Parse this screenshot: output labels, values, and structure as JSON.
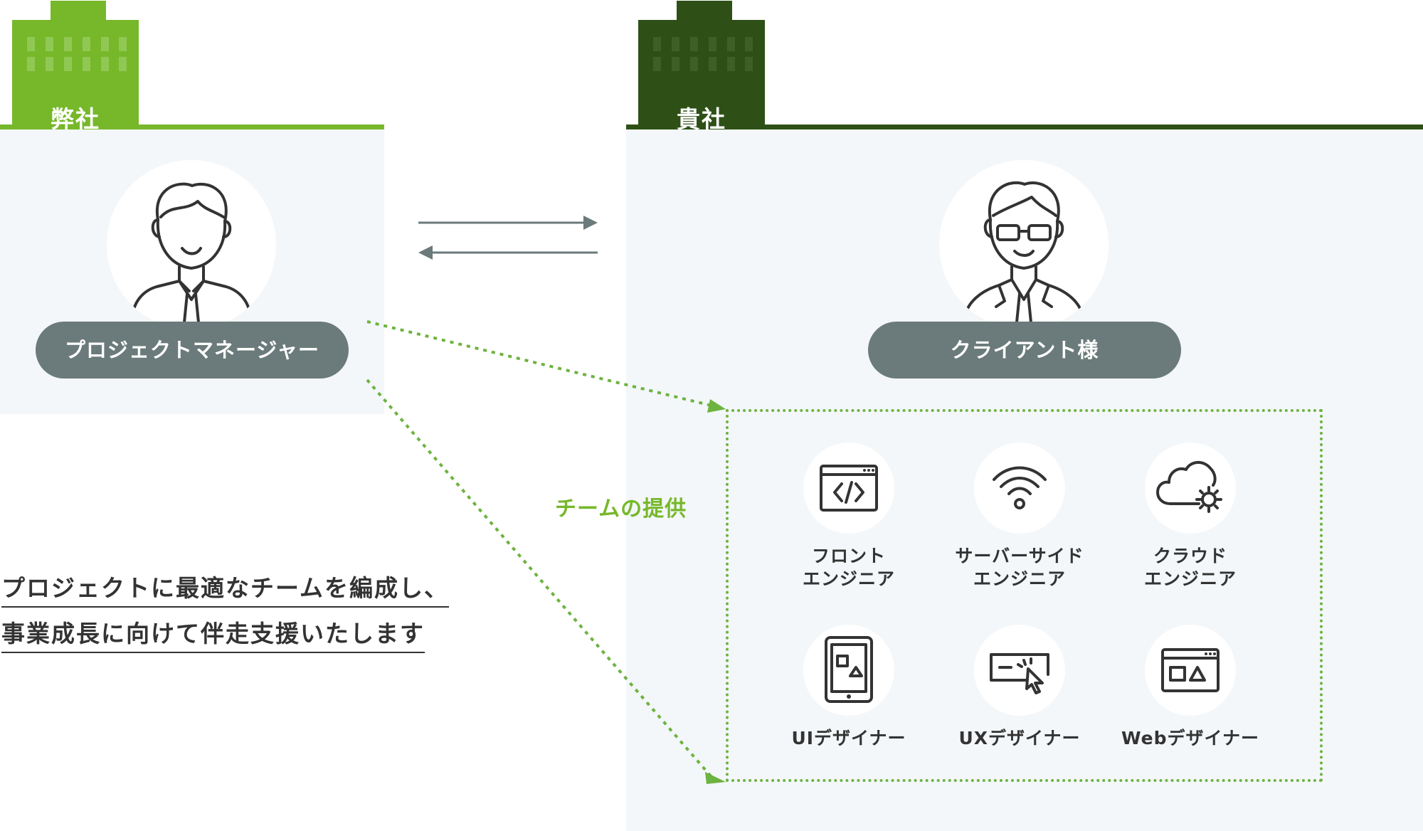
{
  "our_company": {
    "label": "弊社"
  },
  "client_company": {
    "label": "貴社"
  },
  "project_manager": {
    "label": "プロジェクトマネージャー"
  },
  "client": {
    "label": "クライアント様"
  },
  "team_offer_label": "チームの提供",
  "roles": [
    {
      "name": "フロント\nエンジニア",
      "icon": "code-window-icon"
    },
    {
      "name": "サーバーサイド\nエンジニア",
      "icon": "wifi-icon"
    },
    {
      "name": "クラウド\nエンジニア",
      "icon": "cloud-gear-icon"
    },
    {
      "name": "UIデザイナー",
      "icon": "tablet-shapes-icon"
    },
    {
      "name": "UXデザイナー",
      "icon": "cursor-click-icon"
    },
    {
      "name": "Webデザイナー",
      "icon": "browser-shapes-icon"
    }
  ],
  "tagline": {
    "line1": "プロジェクトに最適なチームを編成し、",
    "line2": "事業成長に向けて伴走支援いたします"
  },
  "colors": {
    "our_green": "#76b82a",
    "client_green": "#2e5016",
    "panel_bg": "#f3f7f9",
    "pill_gray": "#6b7a7a",
    "arrow_gray": "#6b7a7a",
    "dotted_green": "#6db33f"
  }
}
